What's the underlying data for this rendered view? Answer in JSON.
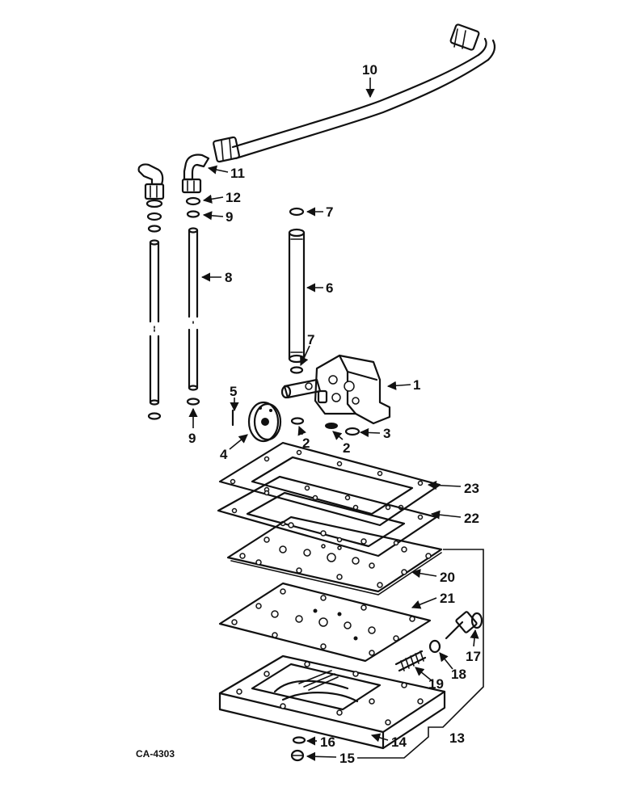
{
  "diagram_code": "CA-4303",
  "callouts": {
    "c1": "1",
    "c2a": "2",
    "c2b": "2",
    "c3": "3",
    "c4": "4",
    "c5": "5",
    "c6": "6",
    "c7a": "7",
    "c7b": "7",
    "c8": "8",
    "c9a": "9",
    "c9b": "9",
    "c10": "10",
    "c11": "11",
    "c12": "12",
    "c13": "13",
    "c14": "14",
    "c15": "15",
    "c16": "16",
    "c17": "17",
    "c18": "18",
    "c19": "19",
    "c20": "20",
    "c21": "21",
    "c22": "22",
    "c23": "23"
  }
}
